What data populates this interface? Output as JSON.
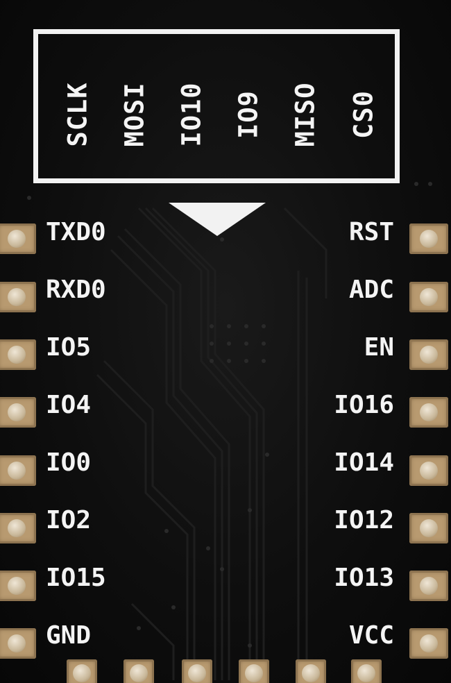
{
  "top_labels": [
    "SCLK",
    "MOSI",
    "IO10",
    "IO9",
    "MISO",
    "CS0"
  ],
  "left_pins": [
    "TXD0",
    "RXD0",
    "IO5",
    "IO4",
    "IO0",
    "IO2",
    "IO15",
    "GND"
  ],
  "right_pins": [
    "RST",
    "ADC",
    "EN",
    "IO16",
    "IO14",
    "IO12",
    "IO13",
    "VCC"
  ],
  "colors": {
    "board": "#0e0e0e",
    "silkscreen": "#f2f2f2",
    "pad": "#b89a70"
  }
}
